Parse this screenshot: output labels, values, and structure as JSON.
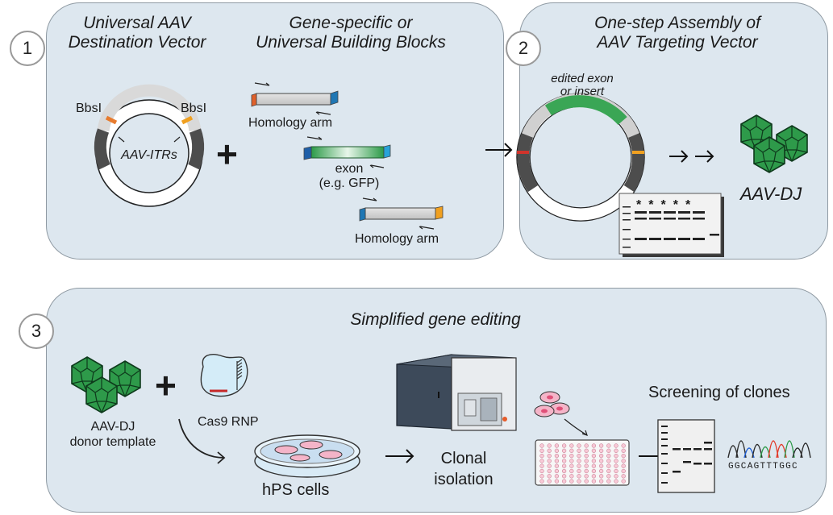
{
  "panel1": {
    "number": "1",
    "title_left_line1": "Universal AAV",
    "title_left_line2": "Destination Vector",
    "title_right_line1": "Gene-specific or",
    "title_right_line2": "Universal Building Blocks",
    "bbsi_left": "BbsI",
    "bbsi_right": "BbsI",
    "itr_label": "AAV-ITRs",
    "plus": "+",
    "homology_arm_1": "Homology arm",
    "exon_label": "exon",
    "exon_example": "(e.g. GFP)",
    "homology_arm_2": "Homology arm"
  },
  "panel2": {
    "number": "2",
    "title_line1": "One-step Assembly of",
    "title_line2": "AAV Targeting Vector",
    "insert_label_line1": "edited exon",
    "insert_label_line2": "or insert",
    "product_label": "AAV-DJ",
    "gel_markers": [
      "*",
      "*",
      "*",
      "*",
      "*"
    ]
  },
  "panel3": {
    "number": "3",
    "title": "Simplified gene editing",
    "donor_line1": "AAV-DJ",
    "donor_line2": "donor template",
    "plus": "+",
    "cas9_label": "Cas9 RNP",
    "cells_label": "hPS cells",
    "isolation_line1": "Clonal",
    "isolation_line2": "isolation",
    "screening_label": "Screening of clones",
    "sequence": "GGCAGTTTGGC"
  },
  "colors": {
    "panel_bg": "#dde7ef",
    "virus_green": "#2e9a4a",
    "exon_green": "#3aa655",
    "homology_grey": "#d6d6d6",
    "marker_orange": "#e77b2e",
    "marker_blue": "#1f77b4"
  }
}
